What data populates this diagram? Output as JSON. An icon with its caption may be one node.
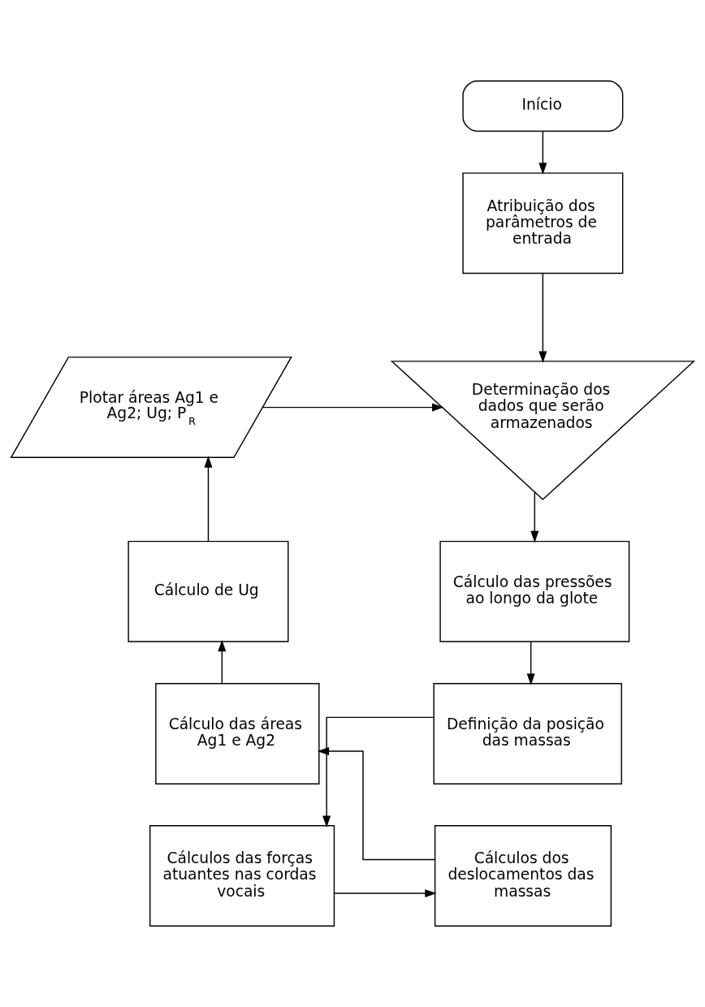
{
  "diagram": {
    "nodes": [
      {
        "text": [
          "Início"
        ]
      },
      {
        "text": [
          "Atribuição dos parâmetros de entrada"
        ]
      },
      {
        "text": [
          "Determinação dos dados que serão armazenados"
        ]
      },
      {
        "text": [
          "Cálculo das pressões ao longo da glote"
        ]
      },
      {
        "text": [
          "Definição da posição das massas"
        ]
      },
      {
        "text": [
          "Cálculos das forças atuantes nas cordas vocais"
        ]
      },
      {
        "text": [
          "Cálculos dos deslocamentos das massas"
        ]
      },
      {
        "text": [
          "Cálculo das áreas Ag1 e Ag2"
        ]
      },
      {
        "text": [
          "Cálculo de Ug"
        ]
      },
      {
        "text": [
          "Plotar áreas Ag1 e Ag2; Ug; P$_{R}$"
        ]
      }
    ],
    "edges": [
      {
        "from": 0,
        "to": 1,
        "arrow": "to"
      },
      {
        "from": 1,
        "to": 2,
        "arrow": "to"
      },
      {
        "from": 2,
        "to": 3,
        "arrow": "to"
      },
      {
        "from": 3,
        "to": 4,
        "arrow": "to"
      },
      {
        "from": 4,
        "to": 5,
        "arrow": "to"
      },
      {
        "from": 5,
        "to": 6,
        "arrow": "to"
      },
      {
        "from": 6,
        "to": 7,
        "arrow": "to"
      },
      {
        "from": 7,
        "to": 8,
        "arrow": "to"
      },
      {
        "from": 8,
        "to": 9,
        "arrow": "to"
      },
      {
        "from": 9,
        "to": 2,
        "arrow": "to"
      }
    ]
  }
}
